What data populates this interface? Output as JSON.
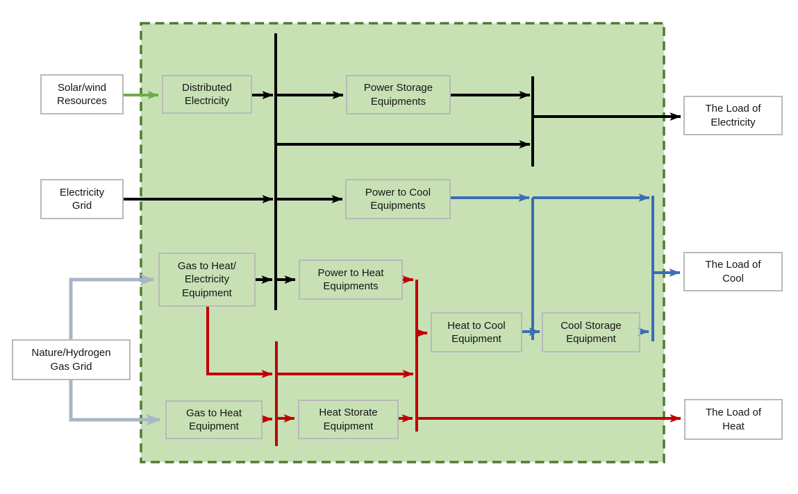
{
  "colors": {
    "region_fill": "#C7E1B5",
    "region_border": "#4F7B33",
    "box_fill": "#FFFFFF",
    "box_border": "#B9B9B9",
    "electricity": "#000000",
    "heat": "#C00000",
    "cool": "#3C6CB4",
    "renewable": "#6CAC49",
    "gas": "#A9B6C8"
  },
  "nodes": {
    "solar_wind": {
      "label": "Solar/wind\nResources"
    },
    "electricity_grid": {
      "label": "Electricity\nGrid"
    },
    "gas_grid": {
      "label": "Nature/Hydrogen\nGas Grid"
    },
    "distributed_electricity": {
      "label": "Distributed\nElectricity"
    },
    "power_storage": {
      "label": "Power Storage\nEquipments"
    },
    "power_to_cool": {
      "label": "Power to Cool\nEquipments"
    },
    "gas_to_heat_elec": {
      "label": "Gas to Heat/\nElectricity\nEquipment"
    },
    "power_to_heat": {
      "label": "Power to Heat\nEquipments"
    },
    "heat_to_cool": {
      "label": "Heat to Cool\nEquipment"
    },
    "cool_storage": {
      "label": "Cool Storage\nEquipment"
    },
    "gas_to_heat": {
      "label": "Gas to Heat\nEquipment"
    },
    "heat_storate": {
      "label": "Heat Storate\nEquipment"
    },
    "load_electricity": {
      "label": "The Load of\nElectricity"
    },
    "load_cool": {
      "label": "The Load of\nCool"
    },
    "load_heat": {
      "label": "The Load of\nHeat"
    }
  },
  "edges": [
    {
      "from": "Solar/wind Resources",
      "to": "Distributed Electricity",
      "type": "renewable"
    },
    {
      "from": "Distributed Electricity",
      "to": "electricity bus",
      "type": "electricity"
    },
    {
      "from": "Electricity Grid",
      "to": "electricity bus",
      "type": "electricity"
    },
    {
      "from": "Gas to Heat/Electricity Equipment",
      "to": "electricity bus",
      "type": "electricity"
    },
    {
      "from": "electricity bus",
      "to": "Power Storage Equipments",
      "type": "electricity"
    },
    {
      "from": "electricity bus",
      "to": "Power to Cool Equipments",
      "type": "electricity"
    },
    {
      "from": "electricity bus",
      "to": "Power to Heat Equipments",
      "type": "electricity"
    },
    {
      "from": "Power Storage Equipments",
      "to": "The Load of Electricity",
      "type": "electricity"
    },
    {
      "from": "electricity bus",
      "to": "The Load of Electricity",
      "type": "electricity"
    },
    {
      "from": "Nature/Hydrogen Gas Grid",
      "to": "Gas to Heat/Electricity Equipment",
      "type": "gas"
    },
    {
      "from": "Nature/Hydrogen Gas Grid",
      "to": "Gas to Heat Equipment",
      "type": "gas"
    },
    {
      "from": "Power to Cool Equipments",
      "to": "Cool Storage Equipment",
      "type": "cool"
    },
    {
      "from": "Heat to Cool Equipment",
      "to": "Cool Storage Equipment",
      "type": "cool"
    },
    {
      "from": "Cool Storage Equipment",
      "to": "The Load of Cool",
      "type": "cool"
    },
    {
      "from": "Gas to Heat/Electricity Equipment",
      "to": "heat bus",
      "type": "heat"
    },
    {
      "from": "Gas to Heat Equipment",
      "to": "heat bus",
      "type": "heat"
    },
    {
      "from": "heat bus",
      "to": "Heat Storate Equipment",
      "type": "heat"
    },
    {
      "from": "Power to Heat Equipments",
      "to": "heat line",
      "type": "heat"
    },
    {
      "from": "heat line",
      "to": "Heat to Cool Equipment",
      "type": "heat"
    },
    {
      "from": "Heat Storate Equipment",
      "to": "heat line",
      "type": "heat"
    },
    {
      "from": "heat line",
      "to": "The Load of Heat",
      "type": "heat"
    }
  ]
}
